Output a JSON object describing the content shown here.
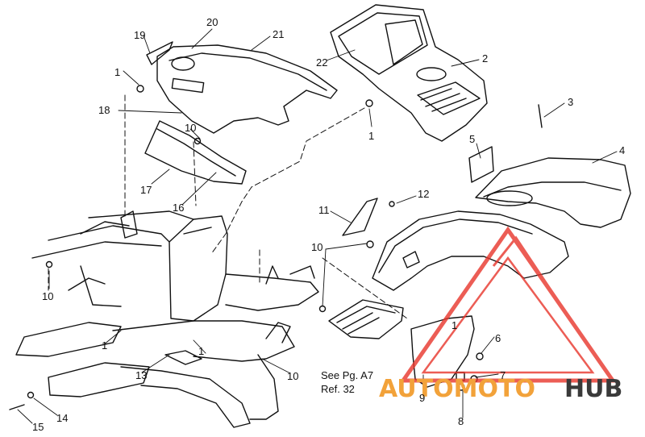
{
  "callouts": {
    "c1a": "1",
    "c1b": "1",
    "c1c": "1",
    "c1d": "1",
    "c1e": "1",
    "c2": "2",
    "c3": "3",
    "c4": "4",
    "c5": "5",
    "c6": "6",
    "c7": "7",
    "c8": "8",
    "c9": "9",
    "c10a": "10",
    "c10b": "10",
    "c10c": "10",
    "c10d": "10",
    "c11": "11",
    "c12": "12",
    "c13": "13",
    "c14": "14",
    "c15": "15",
    "c16": "16",
    "c17": "17",
    "c18": "18",
    "c19": "19",
    "c20": "20",
    "c21": "21",
    "c22": "22"
  },
  "note": {
    "line1": "See Pg. A7",
    "line2": "Ref. 32"
  },
  "watermark": {
    "part1": "AUTOMOTO",
    "part2": "HUB",
    "logo_color": "#e8352b",
    "text_color": "#f2a23a",
    "text_color_dark": "#3a3a3a"
  }
}
